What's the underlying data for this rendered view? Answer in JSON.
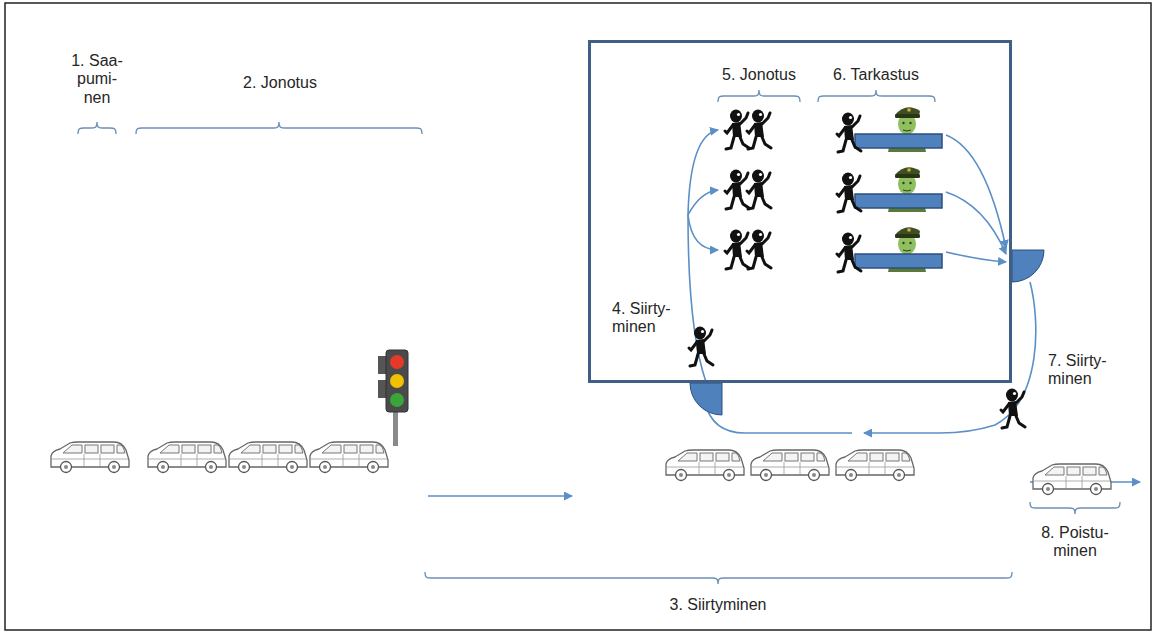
{
  "diagram": {
    "nodes": [
      {
        "text": [
          "5. Jonotus",
          "6. Tarkastus",
          "4. Siirty- minen"
        ]
      }
    ],
    "labels": [
      "1. Saa- pumi- nen",
      "2. Jonotus",
      "3. Siirtyminen",
      "7. Siirty- minen",
      "8. Poistu- minen"
    ]
  }
}
